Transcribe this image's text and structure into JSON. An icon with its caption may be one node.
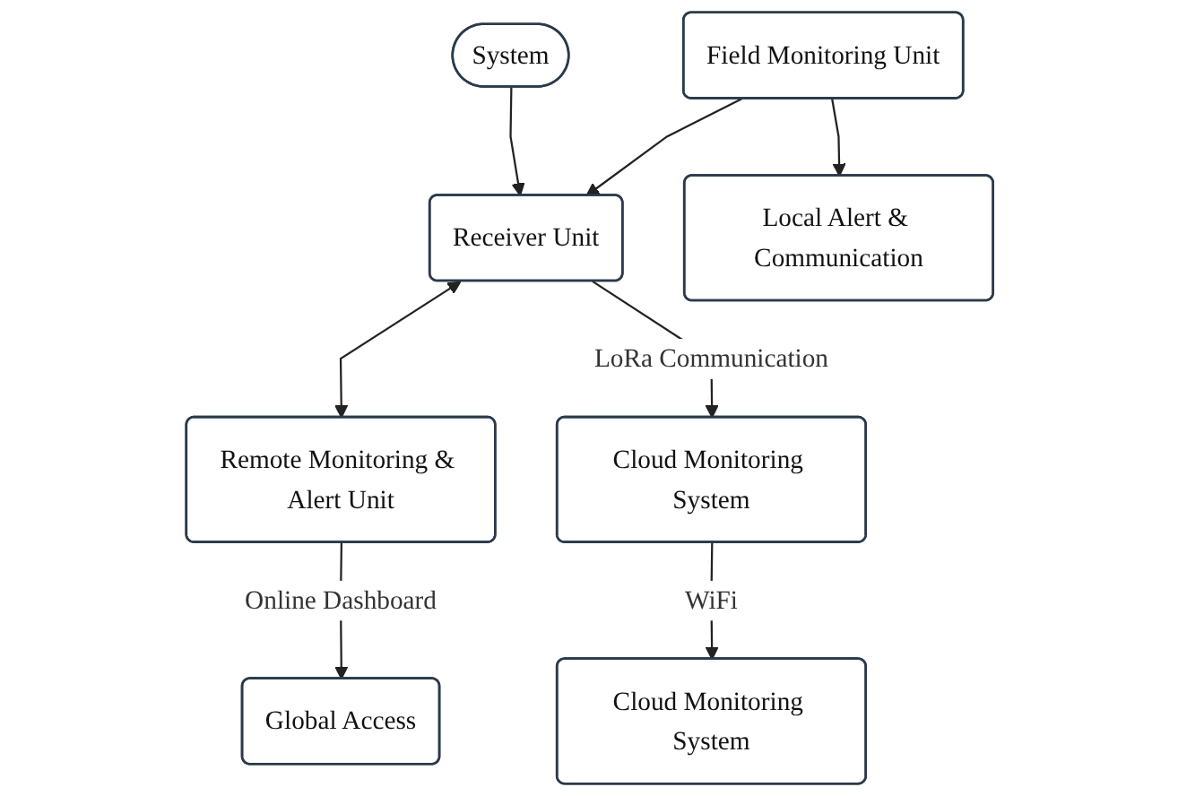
{
  "diagram": {
    "nodes": [
      {
        "text": [
          "System"
        ]
      },
      {
        "text": [
          "Field Monitoring Unit"
        ]
      },
      {
        "text": [
          "Receiver Unit"
        ]
      },
      {
        "text": [
          "Remote Monitoring & Alert Unit"
        ]
      },
      {
        "text": [
          "Local Alert & Communication"
        ]
      },
      {
        "text": [
          "Cloud Monitoring System"
        ]
      },
      {
        "text": [
          "Global Access"
        ]
      },
      {
        "text": [
          "Cloud Monitoring System"
        ]
      }
    ],
    "edges": [
      {
        "from": 0,
        "to": 2,
        "arrow": "to"
      },
      {
        "from": 1,
        "to": 2,
        "arrow": "to"
      },
      {
        "from": 2,
        "to": 3,
        "arrow": "both"
      },
      {
        "from": 1,
        "to": 4,
        "arrow": "to"
      },
      {
        "from": 2,
        "to": 5,
        "arrow": "to",
        "label": "LoRa Communication"
      },
      {
        "from": 3,
        "to": 6,
        "arrow": "to",
        "label": "Online Dashboard"
      },
      {
        "from": 5,
        "to": 7,
        "arrow": "to",
        "label": "WiFi"
      }
    ]
  }
}
